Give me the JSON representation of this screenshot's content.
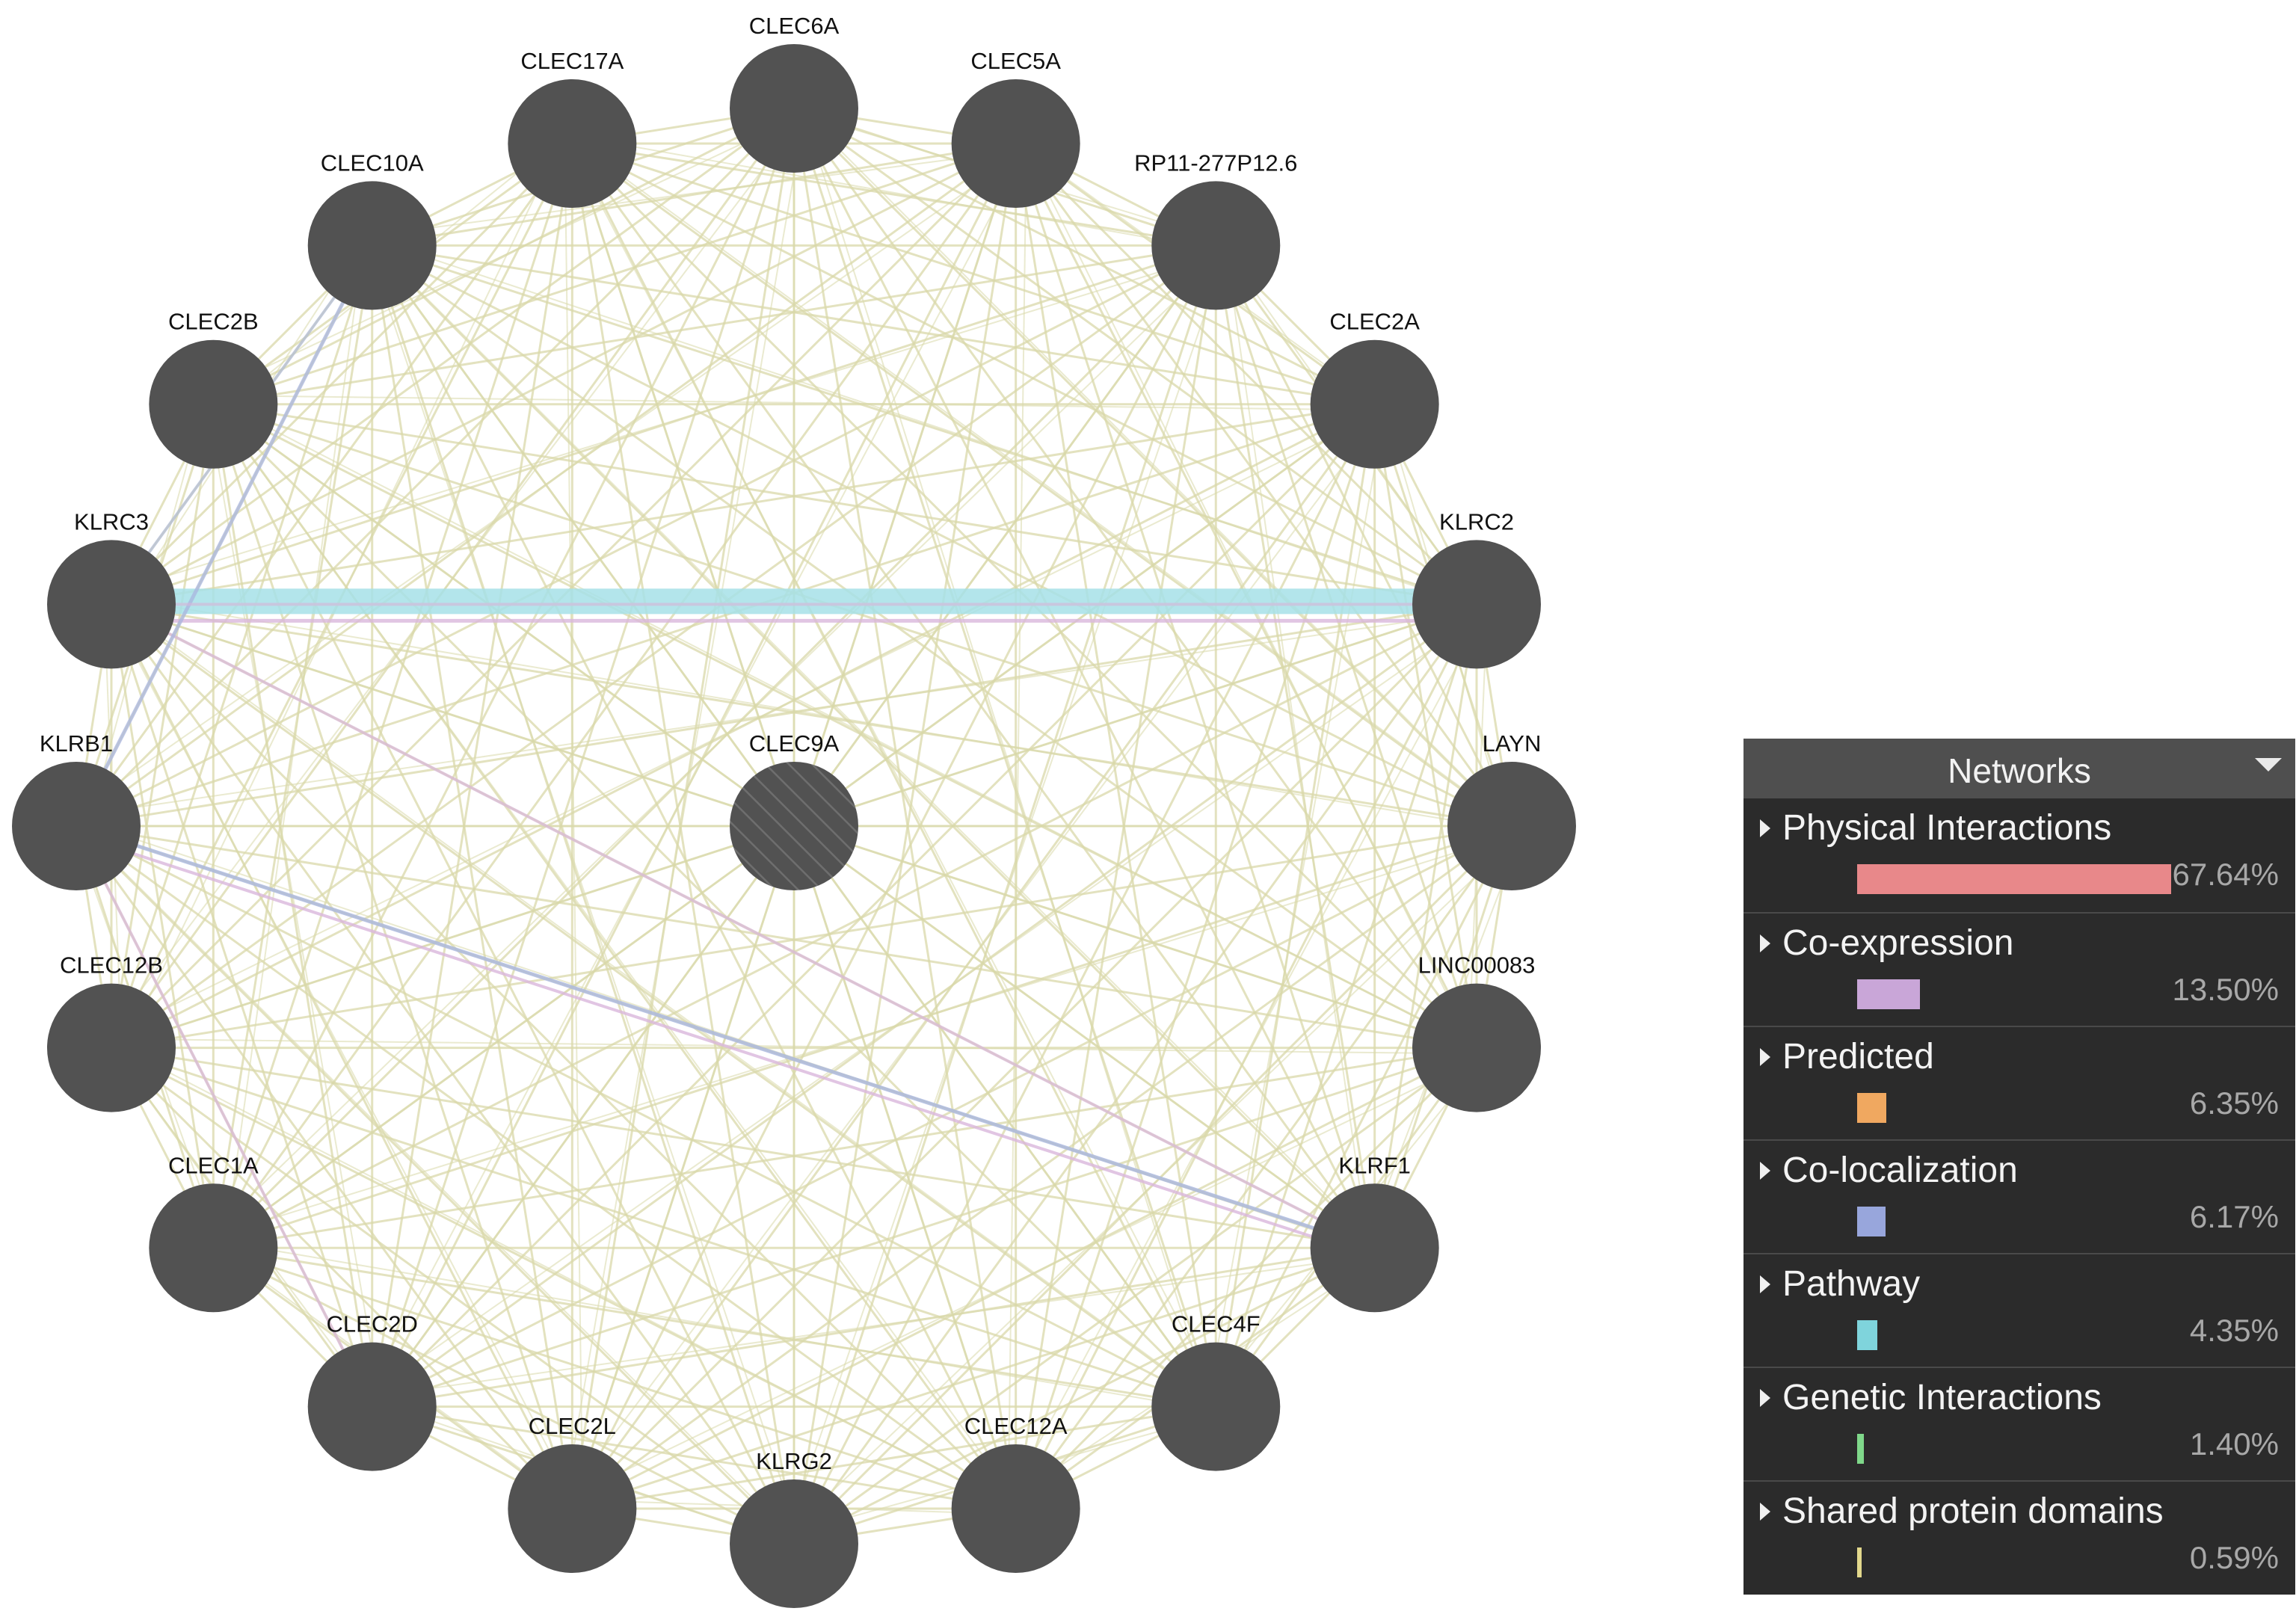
{
  "network": {
    "center": {
      "label": "CLEC9A"
    },
    "nodes": [
      "CLEC6A",
      "CLEC5A",
      "RP11-277P12.6",
      "CLEC2A",
      "KLRC2",
      "LAYN",
      "LINC00083",
      "KLRF1",
      "CLEC4F",
      "CLEC12A",
      "KLRG2",
      "CLEC2L",
      "CLEC2D",
      "CLEC1A",
      "CLEC12B",
      "KLRB1",
      "KLRC3",
      "CLEC2B",
      "CLEC10A",
      "CLEC17A"
    ],
    "colors": {
      "node": "#525252",
      "physical_edge": "#d9d8a9",
      "pathway_edge": "#a6e0e8",
      "coexpression_edge": "#d9b6dc",
      "colocalization_edge": "#a9b6e0"
    }
  },
  "panel": {
    "title": "Networks",
    "toggle_icon": "chevron-down-icon",
    "rows": [
      {
        "label": "Physical Interactions",
        "percent": "67.64%",
        "value": 67.64,
        "color": "#e8888a"
      },
      {
        "label": "Co-expression",
        "percent": "13.50%",
        "value": 13.5,
        "color": "#c9a6d8"
      },
      {
        "label": "Predicted",
        "percent": "6.35%",
        "value": 6.35,
        "color": "#f0a860"
      },
      {
        "label": "Co-localization",
        "percent": "6.17%",
        "value": 6.17,
        "color": "#98a6dc"
      },
      {
        "label": "Pathway",
        "percent": "4.35%",
        "value": 4.35,
        "color": "#7fd4dc"
      },
      {
        "label": "Genetic Interactions",
        "percent": "1.40%",
        "value": 1.4,
        "color": "#7fd88a"
      },
      {
        "label": "Shared protein domains",
        "percent": "0.59%",
        "value": 0.59,
        "color": "#e2d88c"
      }
    ]
  }
}
